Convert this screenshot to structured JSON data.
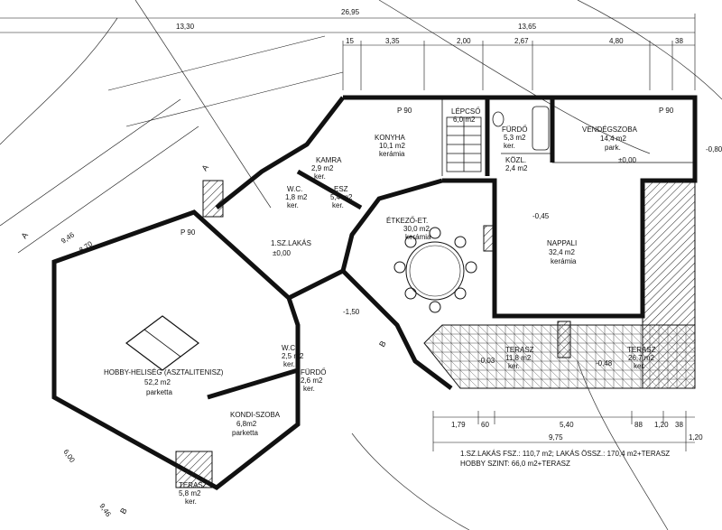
{
  "top_dims_row1": [
    "13,30",
    "26,95",
    "13,65"
  ],
  "top_dims_row2": [
    "15",
    "3,35",
    "2,00",
    "2,67",
    "4,80",
    "38"
  ],
  "bottom_dims_row1": [
    "1,79",
    "60",
    "5,40",
    "88",
    "1,20",
    "38"
  ],
  "bottom_dims_row2": [
    "9,75",
    "1,20"
  ],
  "left_dims": [
    "9,46",
    "8,70",
    "6,00",
    "9,46"
  ],
  "rooms": {
    "konyha": {
      "name": "KONYHA",
      "area": "10,1 m2",
      "floor": "kerámia"
    },
    "kamra": {
      "name": "KAMRA",
      "area": "2,9 m2",
      "floor": "ker."
    },
    "lepcso": {
      "name": "LÉPCSŐ",
      "area": "6,0 m2"
    },
    "furdo": {
      "name": "FÜRDŐ",
      "area": "5,3 m2",
      "floor": "ker."
    },
    "kozl": {
      "name": "KÖZL.",
      "area": "2,4 m2"
    },
    "vendegszoba": {
      "name": "VENDÉGSZOBA",
      "area": "14,4 m2",
      "floor": "park."
    },
    "esz": {
      "name": "ESZ",
      "area": "5,4 m2",
      "floor": "ker."
    },
    "wc": {
      "name": "W.C.",
      "area": "1,8 m2",
      "floor": "ker."
    },
    "etkezo": {
      "name": "ÉTKEZŐ-ET.",
      "area": "30,0 m2",
      "floor": "kerámia"
    },
    "nappali": {
      "name": "NAPPALI",
      "area": "32,4 m2",
      "floor": "kerámia"
    },
    "lakas": {
      "name": "1.SZ.LAKÁS",
      "level": "±0,00"
    },
    "hobby": {
      "name": "HOBBY-HELISÉG (ASZTALITENISZ)",
      "area": "52,2 m2",
      "floor": "parketta"
    },
    "kondi": {
      "name": "KONDI-SZOBA",
      "area": "6,8m2",
      "floor": "parketta"
    },
    "furdo2": {
      "name": "FÜRDŐ",
      "area": "2,6 m2",
      "floor": "ker."
    },
    "wc2": {
      "name": "W.C.",
      "area": "2,5 m2",
      "floor": "ker."
    },
    "terasz1": {
      "name": "TERASZ",
      "area": "11,8 m2",
      "floor": "ker."
    },
    "terasz2": {
      "name": "TERASZ",
      "area": "26,7 m2",
      "floor": "ker."
    },
    "terasz3": {
      "name": "TERASZ",
      "area": "5,8 m2",
      "floor": "ker."
    }
  },
  "levels": [
    "±0,00",
    "-0,45",
    "-0,48",
    "-0,03",
    "-1,50",
    "-0,80"
  ],
  "section_marks": [
    "A",
    "A",
    "B",
    "B"
  ],
  "summary": {
    "line1": "1.SZ.LAKÁS FSZ.: 110,7 m2; LAKÁS ÖSSZ.: 170,4 m2+TERASZ",
    "line2": "HOBBY SZINT: 66,0 m2+TERASZ"
  },
  "labels_p": [
    "P 90",
    "P 90",
    "P 90"
  ]
}
